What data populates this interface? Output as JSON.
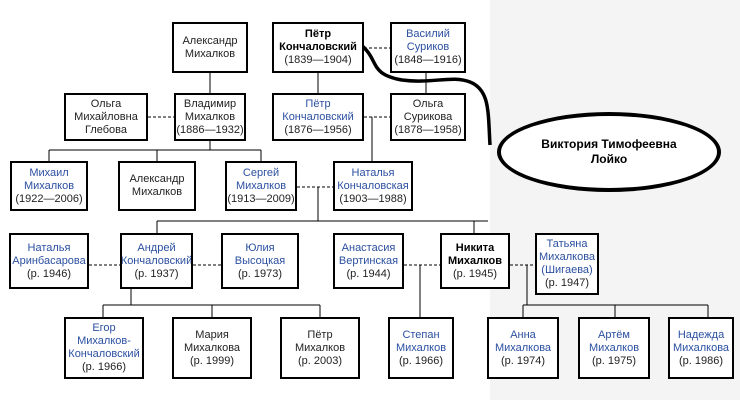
{
  "tree": {
    "people": [
      {
        "id": "a_mikhalkov",
        "name": "Александр\nМихалков",
        "dates": ""
      },
      {
        "id": "p_konch_sr",
        "name": "Пётр\nКончаловский",
        "dates": "(1839—1904)"
      },
      {
        "id": "v_surikov",
        "name": "Василий\nСуриков",
        "dates": "(1848—1916)"
      },
      {
        "id": "o_glebova",
        "name": "Ольга\nМихайловна\nГлебова",
        "dates": ""
      },
      {
        "id": "v_mikhalkov",
        "name": "Владимир\nМихалков",
        "dates": "(1886—1932)"
      },
      {
        "id": "p_konch_jr",
        "name": "Пётр\nКончаловский",
        "dates": "(1876—1956)"
      },
      {
        "id": "o_surikova",
        "name": "Ольга\nСурикова",
        "dates": "(1878—1958)"
      },
      {
        "id": "m_mikhalkov",
        "name": "Михаил\nМихалков",
        "dates": "(1922—2006)"
      },
      {
        "id": "a_mikhalkov2",
        "name": "Александр\nМихалков",
        "dates": ""
      },
      {
        "id": "s_mikhalkov",
        "name": "Сергей\nМихалков",
        "dates": "(1913—2009)"
      },
      {
        "id": "n_konch",
        "name": "Наталья\nКончаловская",
        "dates": "(1903—1988)"
      },
      {
        "id": "n_arinbasarova",
        "name": "Наталья\nАринбасарова",
        "dates": "(р. 1946)"
      },
      {
        "id": "a_konch",
        "name": "Андрей\nКончаловский",
        "dates": "(р. 1937)"
      },
      {
        "id": "yu_vysotskaya",
        "name": "Юлия\nВысоцкая",
        "dates": "(р. 1973)"
      },
      {
        "id": "a_vertinskaya",
        "name": "Анастасия\nВертинская",
        "dates": "(р. 1944)"
      },
      {
        "id": "n_mikhalkov",
        "name": "Никита\nМихалков",
        "dates": "(р. 1945)"
      },
      {
        "id": "t_mikhalkova",
        "name": "Татьяна\nМихалкова\n(Шигаева)",
        "dates": "(р. 1947)"
      },
      {
        "id": "e_mikh_konch",
        "name": "Егор\nМихалков-\nКончаловский",
        "dates": "(р. 1966)"
      },
      {
        "id": "m_mikhalkova",
        "name": "Мария\nМихалкова",
        "dates": "(р. 1999)"
      },
      {
        "id": "p_mikhalkov",
        "name": "Пётр\nМихалков",
        "dates": "(р. 2003)"
      },
      {
        "id": "st_mikhalkov",
        "name": "Степан\nМихалков",
        "dates": "(р. 1966)"
      },
      {
        "id": "an_mikhalkova",
        "name": "Анна\nМихалкова",
        "dates": "(р. 1974)"
      },
      {
        "id": "ar_mikhalkov",
        "name": "Артём\nМихалков",
        "dates": "(р. 1975)"
      },
      {
        "id": "na_mikhalkova",
        "name": "Надежда\nМихалкова",
        "dates": "(р. 1986)"
      }
    ]
  },
  "callout": {
    "text": "Виктория Тимофеевна\nЛойко"
  },
  "colors": {
    "link": "#2b4fa0",
    "text": "#222222",
    "border": "#000000",
    "right_panel": "#f4f4f4"
  }
}
